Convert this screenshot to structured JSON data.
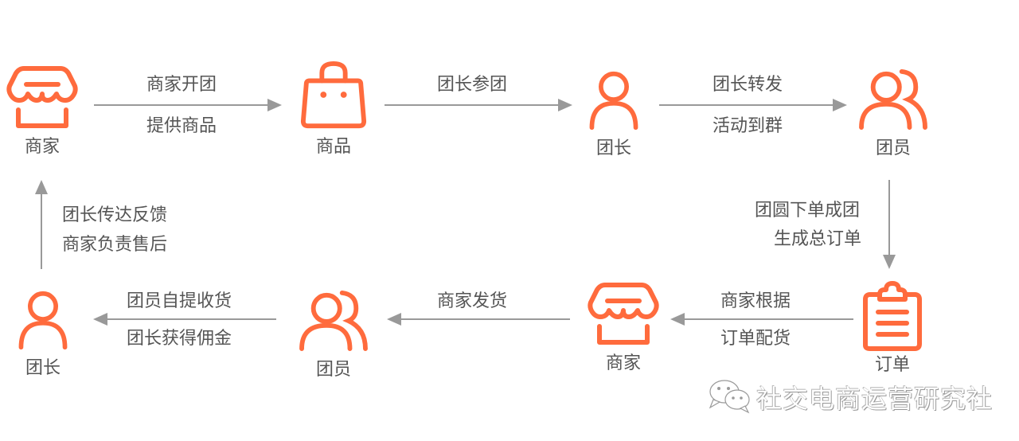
{
  "colors": {
    "accent": "#FF6B3D",
    "arrow": "#999999",
    "text": "#555555"
  },
  "nodes": {
    "merchant_top": {
      "label": "商家",
      "icon": "store-icon"
    },
    "product": {
      "label": "商品",
      "icon": "shopping-bag-icon"
    },
    "leader_top": {
      "label": "团长",
      "icon": "user-icon"
    },
    "members_top": {
      "label": "团员",
      "icon": "users-icon"
    },
    "order": {
      "label": "订单",
      "icon": "clipboard-icon"
    },
    "merchant_bottom": {
      "label": "商家",
      "icon": "store-icon"
    },
    "members_bottom": {
      "label": "团员",
      "icon": "users-icon"
    },
    "leader_bottom": {
      "label": "团长",
      "icon": "user-icon"
    }
  },
  "edges": {
    "merchant_to_product": {
      "line1": "商家开团",
      "line2": "提供商品"
    },
    "product_to_leader": {
      "line1": "团长参团"
    },
    "leader_to_members": {
      "line1": "团长转发",
      "line2": "活动到群"
    },
    "members_to_order": {
      "line1": "团圆下单成团",
      "line2": "生成总订单"
    },
    "order_to_merchant": {
      "line1": "商家根据",
      "line2": "订单配货"
    },
    "merchant_to_members": {
      "line1": "商家发货"
    },
    "members_to_leader": {
      "line1": "团员自提收货",
      "line2": "团长获得佣金"
    },
    "leader_to_merchant": {
      "line1": "团长传达反馈",
      "line2": "商家负责售后"
    }
  },
  "watermark": {
    "text": "社交电商运营研究社",
    "icon": "wechat-icon"
  }
}
